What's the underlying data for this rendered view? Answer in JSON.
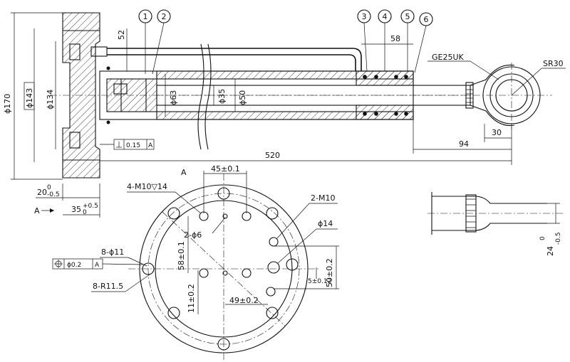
{
  "balloons": [
    "1",
    "2",
    "3",
    "4",
    "5",
    "6"
  ],
  "dimensions": {
    "flange_dia": "ϕ170",
    "pitch_dia": "ϕ143",
    "spigot_dia": "ϕ134",
    "dim_52": "52",
    "dim_58": "58",
    "bore_dia": "ϕ63",
    "rod_dia": "ϕ35",
    "tube_dia": "ϕ50",
    "overall_length": "520",
    "end_94": "94",
    "end_30": "30",
    "rod_end_label": "GE25UK",
    "sphere_radius": "SR30",
    "flange_thickness": "20",
    "flange_thk_tol_top": "0",
    "flange_thk_tol_bot": "-0.5",
    "spigot_len": "35",
    "spigot_tol_top": "+0.5",
    "spigot_tol_bot": "0",
    "view_arrow_label": "A",
    "gdt_perp_value": "0.15",
    "gdt_perp_datum": "A",
    "end_thickness": "24",
    "end_thk_tol_top": "0",
    "end_thk_tol_bot": "-0.5"
  },
  "view_a": {
    "title": "A",
    "dim_45": "45±0.1",
    "label_4m10": "4-M10▽14",
    "label_2m10": "2-M10",
    "label_2phi6": "2-ϕ6",
    "dim_58": "58±0.1",
    "label_phi14": "ϕ14",
    "label_8phi11": "8-ϕ11",
    "gdt_pos_value": "ϕ0.2",
    "gdt_pos_datum": "A",
    "label_8r115": "8-R11.5",
    "dim_11": "11±0.2",
    "dim_49": "49±0.2",
    "dim_50": "50±0.2",
    "dim_5": "5±0.12"
  }
}
